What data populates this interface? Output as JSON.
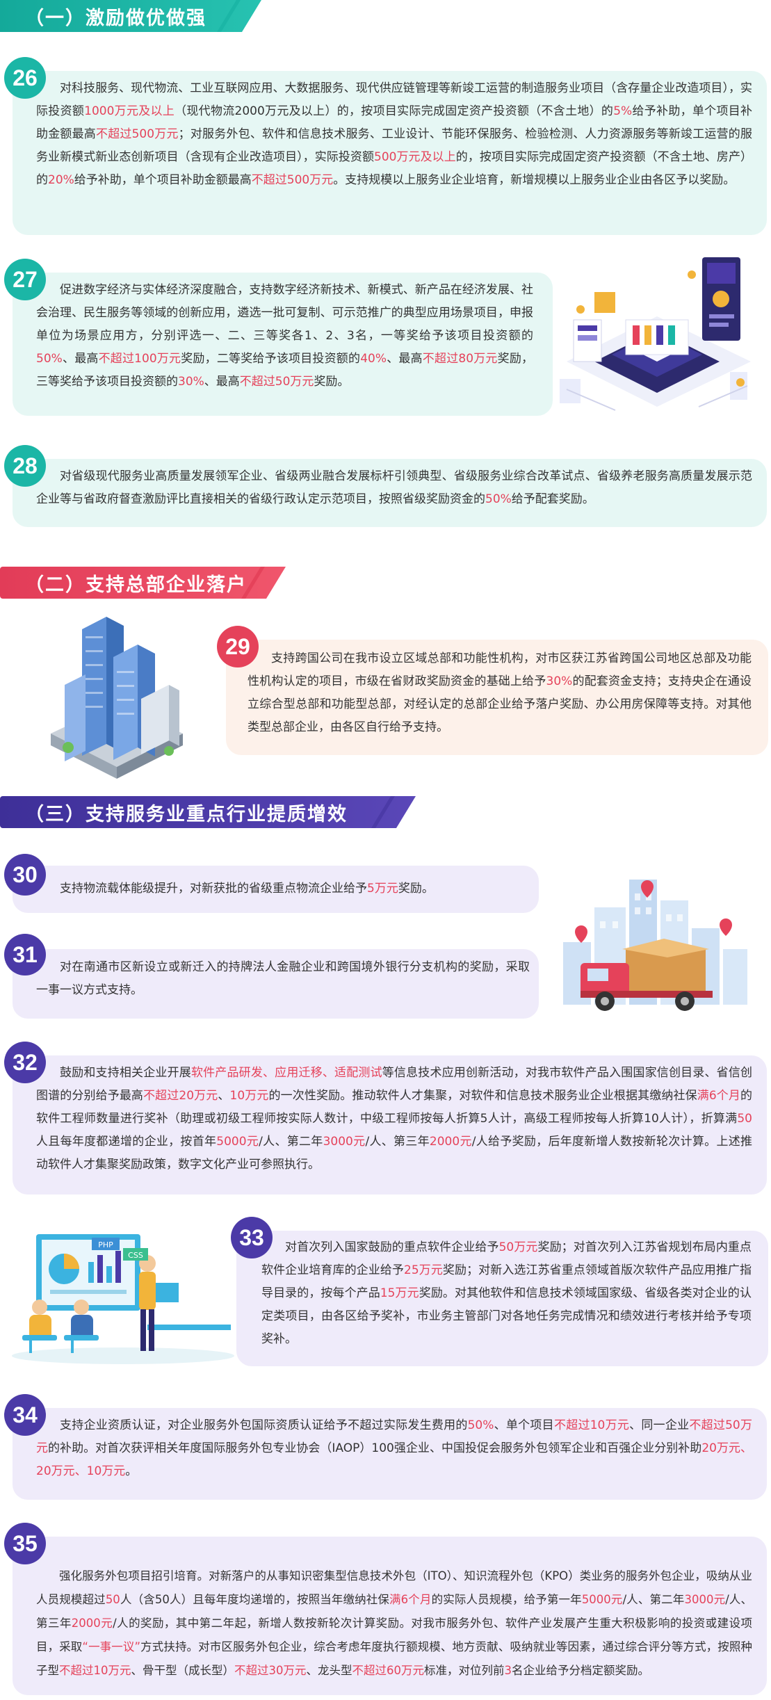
{
  "colors": {
    "teal": "#1bb6a6",
    "red": "#e5425a",
    "purple": "#4b3aa7",
    "highlight": "#e5425a"
  },
  "sections": [
    {
      "title": "（一）激励做优做强"
    },
    {
      "title": "（二）支持总部企业落户"
    },
    {
      "title": "（三）支持服务业重点行业提质增效"
    }
  ],
  "items": [
    {
      "num": "26",
      "segments": [
        {
          "t": "对科技服务、现代物流、工业互联网应用、大数据服务、现代供应链管理等新竣工运营的制造服务业项目（含存量企业改造项目），实际投资额"
        },
        {
          "t": "1000万元及以上",
          "h": true
        },
        {
          "t": "（现代物流2000万元及以上）的，按项目实际完成固定资产投资额（不含土地）的"
        },
        {
          "t": "5%",
          "h": true
        },
        {
          "t": "给予补助，单个项目补助金额最高"
        },
        {
          "t": "不超过500万元",
          "h": true
        },
        {
          "t": "；对服务外包、软件和信息技术服务、工业设计、节能环保服务、检验检测、人力资源服务等新竣工运营的服务业新模式新业态创新项目（含现有企业改造项目），实际投资额"
        },
        {
          "t": "500万元及以上",
          "h": true
        },
        {
          "t": "的，按项目实际完成固定资产投资额（不含土地、房产）的"
        },
        {
          "t": "20%",
          "h": true
        },
        {
          "t": "给予补助，单个项目补助金额最高"
        },
        {
          "t": "不超过500万元",
          "h": true
        },
        {
          "t": "。支持规模以上服务业企业培育，新增规模以上服务业企业由各区予以奖励。"
        }
      ]
    },
    {
      "num": "27",
      "segments": [
        {
          "t": "促进数字经济与实体经济深度融合，支持数字经济新技术、新模式、新产品在经济发展、社会治理、民生服务等领域的创新应用，遴选一批可复制、可示范推广的典型应用场景项目，申报单位为场景应用方，分别评选一、二、三等奖各1、2、3名，一等奖给予该项目投资额的"
        },
        {
          "t": "50%",
          "h": true
        },
        {
          "t": "、最高"
        },
        {
          "t": "不超过100万元",
          "h": true
        },
        {
          "t": "奖励，二等奖给予该项目投资额的"
        },
        {
          "t": "40%",
          "h": true
        },
        {
          "t": "、最高"
        },
        {
          "t": "不超过80万元",
          "h": true
        },
        {
          "t": "奖励，三等奖给予该项目投资额的"
        },
        {
          "t": "30%",
          "h": true
        },
        {
          "t": "、最高"
        },
        {
          "t": "不超过50万元",
          "h": true
        },
        {
          "t": "奖励。"
        }
      ]
    },
    {
      "num": "28",
      "segments": [
        {
          "t": "对省级现代服务业高质量发展领军企业、省级两业融合发展标杆引领典型、省级服务业综合改革试点、省级养老服务高质量发展示范企业等与省政府督查激励评比直接相关的省级行政认定示范项目，按照省级奖励资金的"
        },
        {
          "t": "50%",
          "h": true
        },
        {
          "t": "给予配套奖励。"
        }
      ]
    },
    {
      "num": "29",
      "segments": [
        {
          "t": "支持跨国公司在我市设立区域总部和功能性机构，对市区获江苏省跨国公司地区总部及功能性机构认定的项目，市级在省财政奖励资金的基础上给予"
        },
        {
          "t": "30%",
          "h": true
        },
        {
          "t": "的配套资金支持；支持央企在通设立综合型总部和功能型总部，对经认定的总部企业给予落户奖励、办公用房保障等支持。对其他类型总部企业，由各区自行给予支持。"
        }
      ]
    },
    {
      "num": "30",
      "segments": [
        {
          "t": "支持物流载体能级提升，对新获批的省级重点物流企业给予"
        },
        {
          "t": "5万元",
          "h": true
        },
        {
          "t": "奖励。"
        }
      ]
    },
    {
      "num": "31",
      "segments": [
        {
          "t": "对在南通市区新设立或新迁入的持牌法人金融企业和跨国境外银行分支机构的奖励，采取一事一议方式支持。"
        }
      ]
    },
    {
      "num": "32",
      "segments": [
        {
          "t": "鼓励和支持相关企业开展"
        },
        {
          "t": "软件产品研发、应用迁移、适配测试",
          "h": true
        },
        {
          "t": "等信息技术应用创新活动，对我市软件产品入围国家信创目录、省信创图谱的分别给予最高"
        },
        {
          "t": "不超过20万元",
          "h": true
        },
        {
          "t": "、"
        },
        {
          "t": "10万元",
          "h": true
        },
        {
          "t": "的一次性奖励。推动软件人才集聚，对软件和信息技术服务业企业根据其缴纳社保"
        },
        {
          "t": "满6个月",
          "h": true
        },
        {
          "t": "的软件工程师数量进行奖补（助理或初级工程师按实际人数计，中级工程师按每人折算5人计，高级工程师按每人折算10人计），折算满"
        },
        {
          "t": "50",
          "h": true
        },
        {
          "t": "人且每年度都递增的企业，按首年"
        },
        {
          "t": "5000元",
          "h": true
        },
        {
          "t": "/人、第二年"
        },
        {
          "t": "3000元",
          "h": true
        },
        {
          "t": "/人、第三年"
        },
        {
          "t": "2000元",
          "h": true
        },
        {
          "t": "/人给予奖励，后年度新增人数按新轮次计算。上述推动软件人才集聚奖励政策，数字文化产业可参照执行。"
        }
      ]
    },
    {
      "num": "33",
      "segments": [
        {
          "t": "对首次列入国家鼓励的重点软件企业给予"
        },
        {
          "t": "50万元",
          "h": true
        },
        {
          "t": "奖励；对首次列入江苏省规划布局内重点软件企业培育库的企业给予"
        },
        {
          "t": "25万元",
          "h": true
        },
        {
          "t": "奖励；对新入选江苏省重点领域首版次软件产品应用推广指导目录的，按每个产品"
        },
        {
          "t": "15万元",
          "h": true
        },
        {
          "t": "奖励。对其他软件和信息技术领域国家级、省级各类对企业的认定类项目，由各区给予奖补，市业务主管部门对各地任务完成情况和绩效进行考核并给予专项奖补。"
        }
      ]
    },
    {
      "num": "34",
      "segments": [
        {
          "t": "支持企业资质认证，对企业服务外包国际资质认证给予不超过实际发生费用的"
        },
        {
          "t": "50%",
          "h": true
        },
        {
          "t": "、单个项目"
        },
        {
          "t": "不超过10万元",
          "h": true
        },
        {
          "t": "、同一企业"
        },
        {
          "t": "不超过50万元",
          "h": true
        },
        {
          "t": "的补助。对首次获评相关年度国际服务外包专业协会（IAOP）100强企业、中国投促会服务外包领军企业和百强企业分别补助"
        },
        {
          "t": "20万元、20万元、10万元",
          "h": true
        },
        {
          "t": "。"
        }
      ]
    },
    {
      "num": "35",
      "segments": [
        {
          "t": "强化服务外包项目招引培育。对新落户的从事知识密集型信息技术外包（ITO）、知识流程外包（KPO）类业务的服务外包企业，吸纳从业人员规模超过"
        },
        {
          "t": "50",
          "h": true
        },
        {
          "t": "人（含50人）且每年度均递增的，按照当年缴纳社保"
        },
        {
          "t": "满6个月",
          "h": true
        },
        {
          "t": "的实际人员规模，给予第一年"
        },
        {
          "t": "5000元",
          "h": true
        },
        {
          "t": "/人、第二年"
        },
        {
          "t": "3000元",
          "h": true
        },
        {
          "t": "/人、第三年"
        },
        {
          "t": "2000元",
          "h": true
        },
        {
          "t": "/人的奖励，其中第二年起，新增人数按新轮次计算奖励。对我市服务外包、软件产业发展产生重大积极影响的投资或建设项目，采取"
        },
        {
          "t": "“一事一议”",
          "h": true
        },
        {
          "t": "方式扶持。对市区服务外包企业，综合考虑年度执行额规模、地方贡献、吸纳就业等因素，通过综合评分等方式，按照种子型"
        },
        {
          "t": "不超过10万元",
          "h": true
        },
        {
          "t": "、骨干型（成长型）"
        },
        {
          "t": "不超过30万元",
          "h": true
        },
        {
          "t": "、龙头型"
        },
        {
          "t": "不超过60万元",
          "h": true
        },
        {
          "t": "标准，对位列前"
        },
        {
          "t": "3",
          "h": true
        },
        {
          "t": "名企业给予分档定额奖励。"
        }
      ]
    }
  ],
  "illustrations": {
    "item27": "data-center-icon",
    "item29": "office-buildings-icon",
    "item31": "delivery-truck-icon",
    "item33": "software-team-icon",
    "badge_php": "PHP",
    "badge_css": "CSS"
  }
}
